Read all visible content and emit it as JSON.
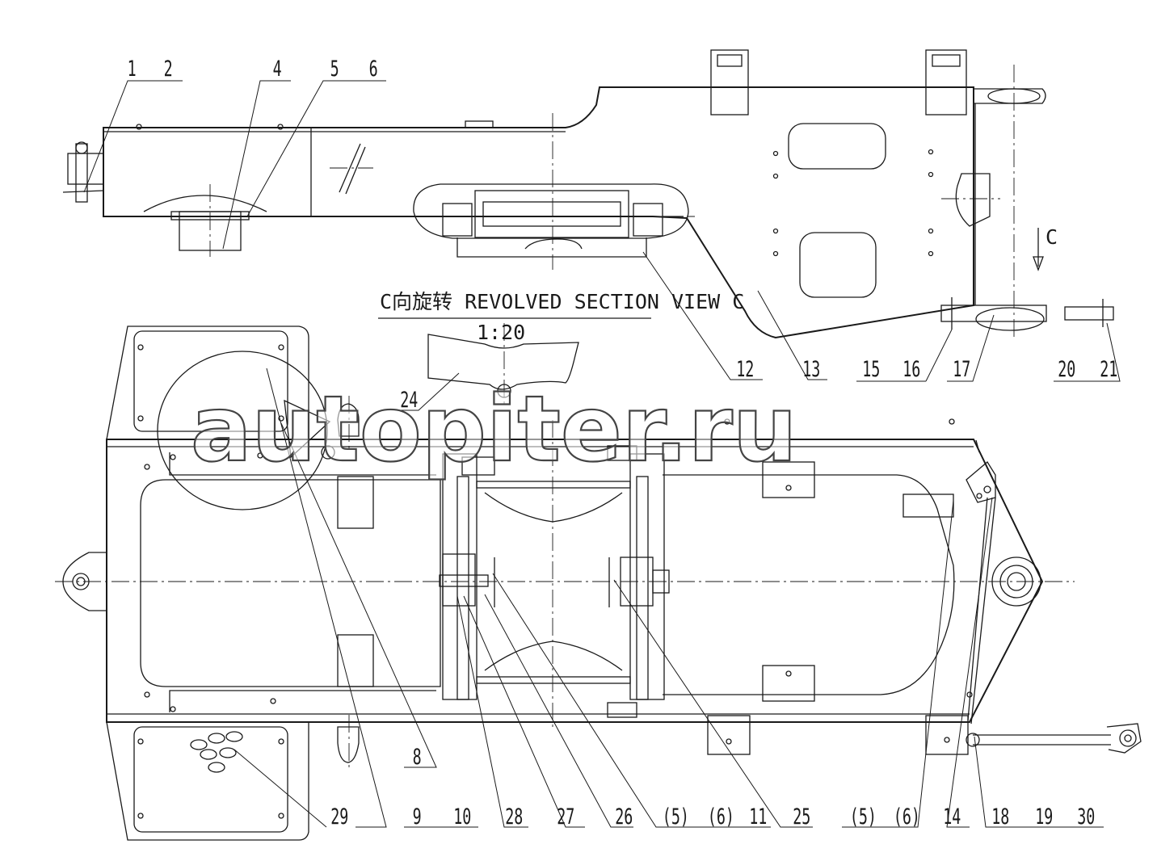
{
  "view_title": "C向旋转  REVOLVED SECTION VIEW C",
  "view_scale": "1:20",
  "view_arrow_label": "C",
  "watermark": "autopiter.ru",
  "callouts": {
    "c1": "1",
    "c2": "2",
    "c4": "4",
    "c5": "5",
    "c6": "6",
    "c12": "12",
    "c13": "13",
    "c15": "15",
    "c16": "16",
    "c17": "17",
    "c20": "20",
    "c21": "21",
    "c24": "24",
    "c8": "8",
    "c29": "29",
    "c9": "9",
    "c10": "10",
    "c28": "28",
    "c27": "27",
    "c26": "26",
    "c5b": "(5)",
    "c6b": "(6)",
    "c11": "11",
    "c25": "25",
    "c5c": "(5)",
    "c6c": "(6)",
    "c14": "14",
    "c18": "18",
    "c19": "19",
    "c30": "30"
  }
}
